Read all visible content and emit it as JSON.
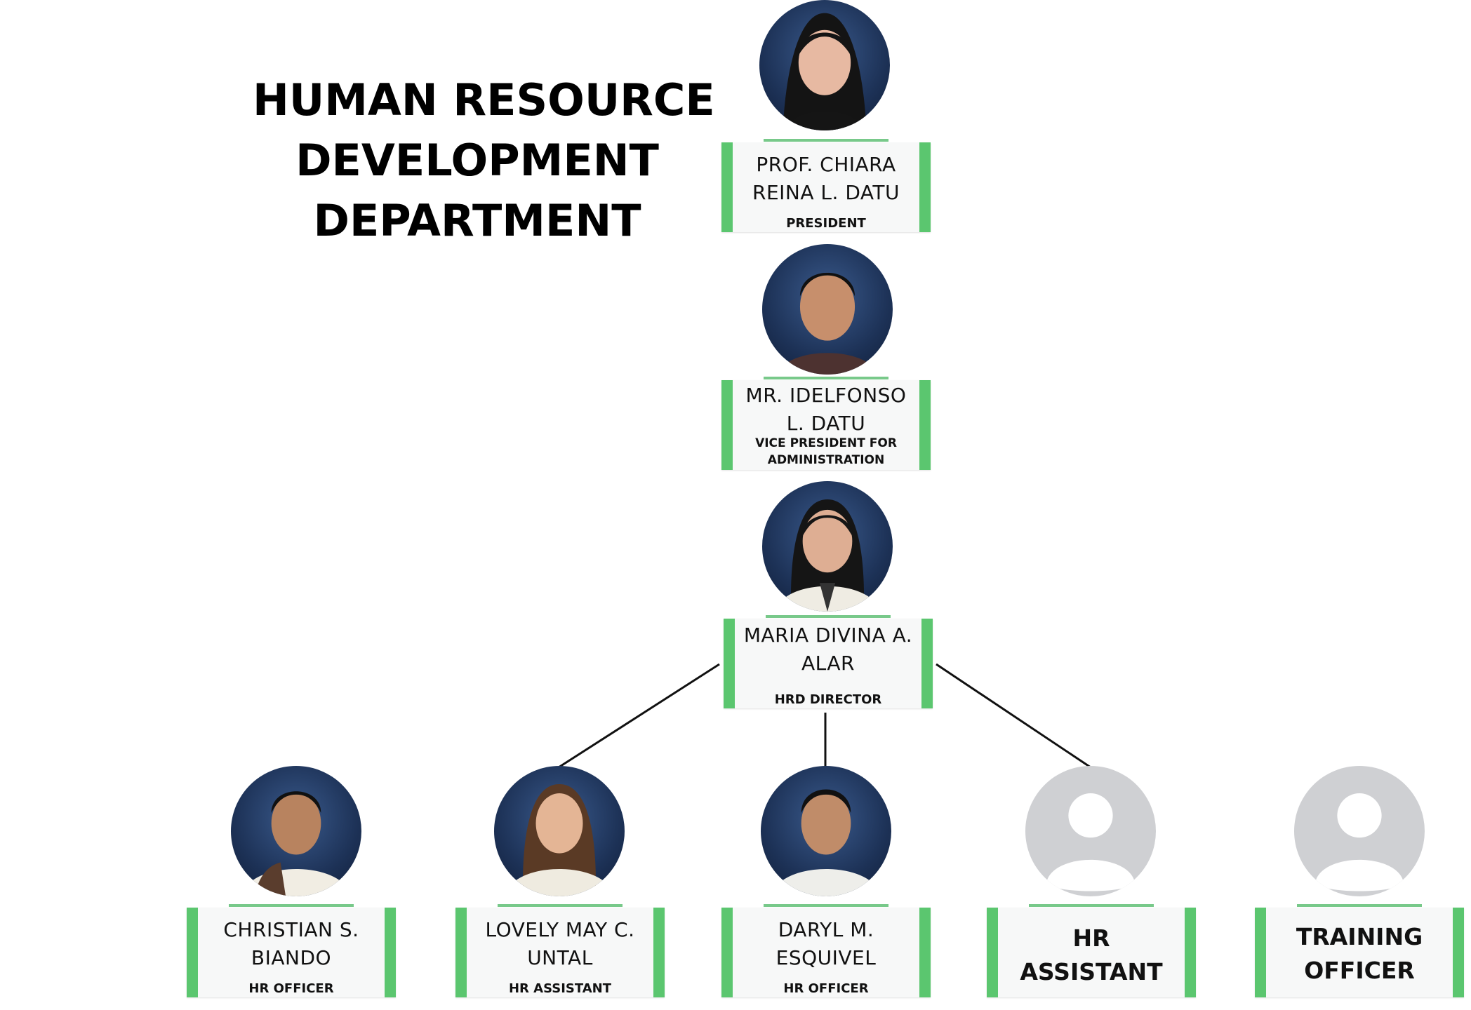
{
  "title": {
    "line1": "HUMAN RESOURCE",
    "line2": "DEVELOPMENT",
    "line3": "DEPARTMENT"
  },
  "president": {
    "name": "PROF. CHIARA REINA L. DATU",
    "role": "PRESIDENT"
  },
  "vice_president": {
    "name": "MR. IDELFONSO L. DATU",
    "role_line1": "VICE PRESIDENT FOR",
    "role_line2": "ADMINISTRATION"
  },
  "director": {
    "name": "MARIA DIVINA A. ALAR",
    "role": "HRD DIRECTOR"
  },
  "staff": [
    {
      "name": "CHRISTIAN S. BIANDO",
      "role": "HR OFFICER"
    },
    {
      "name": "LOVELY MAY C. UNTAL",
      "role": "HR ASSISTANT"
    },
    {
      "name": "DARYL M. ESQUIVEL",
      "role": "HR OFFICER"
    }
  ],
  "vacancies": [
    {
      "label": "HR ASSISTANT"
    },
    {
      "label": "TRAINING OFFICER"
    }
  ],
  "colors": {
    "accent_green": "#5bc66f",
    "card_bg": "#f7f8f8",
    "photo_backdrop": "#1d3257",
    "placeholder_gray": "#cfd0d3"
  }
}
